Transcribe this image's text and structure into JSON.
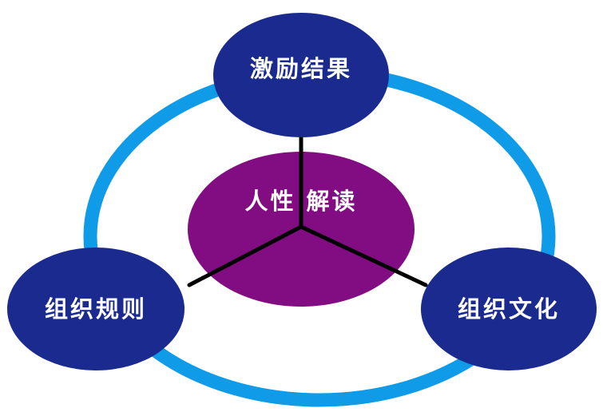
{
  "diagram": {
    "center": {
      "label": "人性 解读",
      "fill": "#820D82"
    },
    "node_fill": "#1A2A8E",
    "ring_color": "#0F9BE8",
    "connector_color": "#000000",
    "label_color": "#FFFFFF",
    "nodes": {
      "top": {
        "label": "激励结果"
      },
      "bottom_left": {
        "label": "组织规则"
      },
      "bottom_right": {
        "label": "组织文化"
      }
    }
  }
}
